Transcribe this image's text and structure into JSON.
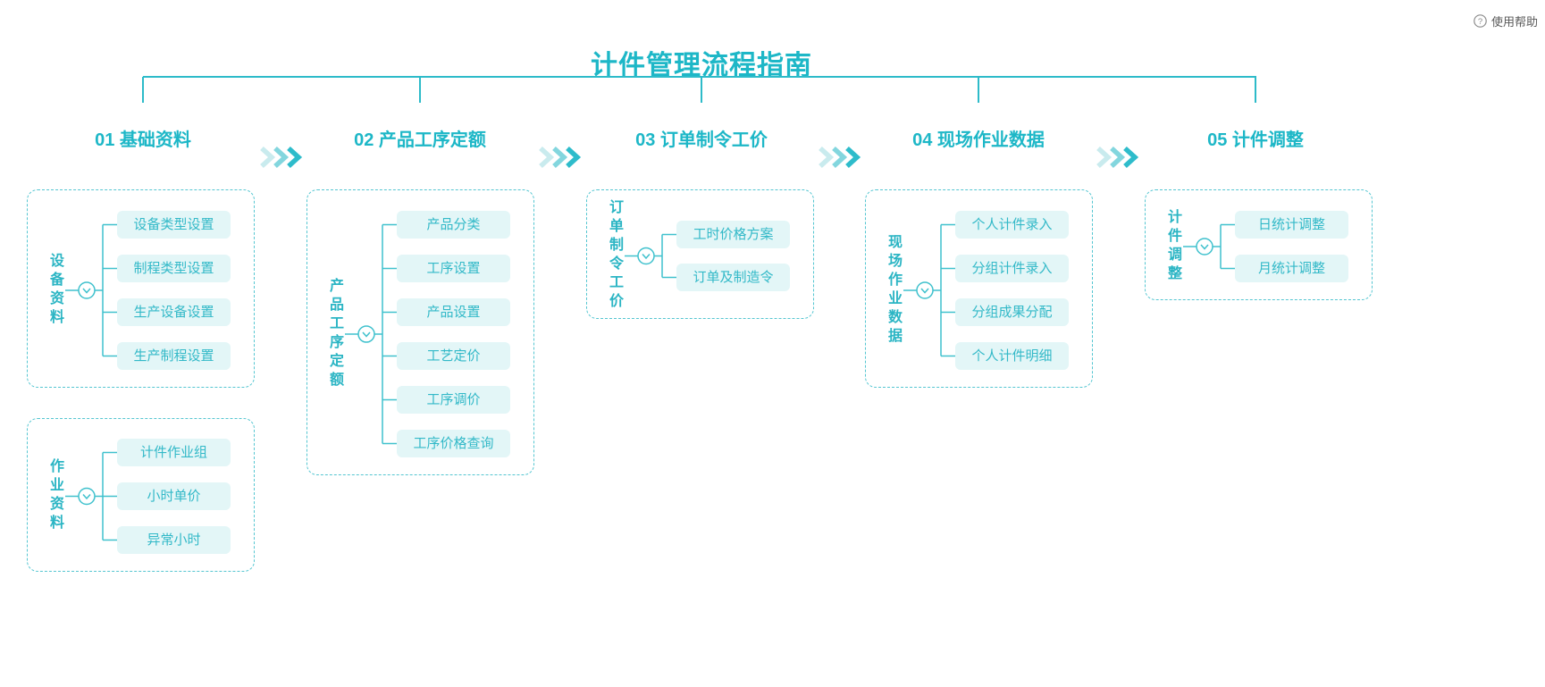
{
  "help": {
    "label": "使用帮助",
    "icon": "question-circle-icon"
  },
  "title": "计件管理流程指南",
  "theme": {
    "accent": "#1db7c7",
    "line": "#3fc1cd",
    "item_bg": "#e3f6f7",
    "item_text": "#33b9c8",
    "help_text": "#595959",
    "chevron_colors": [
      "#c9ebee",
      "#83d6de",
      "#2ebccb"
    ]
  },
  "sections": [
    {
      "header": "01 基础资料",
      "groups": [
        {
          "label": "设备资料",
          "items": [
            "设备类型设置",
            "制程类型设置",
            "生产设备设置",
            "生产制程设置"
          ]
        },
        {
          "label": "作业资料",
          "items": [
            "计件作业组",
            "小时单价",
            "异常小时"
          ]
        }
      ]
    },
    {
      "header": "02 产品工序定额",
      "groups": [
        {
          "label": "产品工序定额",
          "items": [
            "产品分类",
            "工序设置",
            "产品设置",
            "工艺定价",
            "工序调价",
            "工序价格查询"
          ]
        }
      ]
    },
    {
      "header": "03 订单制令工价",
      "groups": [
        {
          "label": "订单制令工价",
          "items": [
            "工时价格方案",
            "订单及制造令"
          ]
        }
      ]
    },
    {
      "header": "04 现场作业数据",
      "groups": [
        {
          "label": "现场作业数据",
          "items": [
            "个人计件录入",
            "分组计件录入",
            "分组成果分配",
            "个人计件明细"
          ]
        }
      ]
    },
    {
      "header": "05 计件调整",
      "groups": [
        {
          "label": "计件调整",
          "items": [
            "日统计调整",
            "月统计调整"
          ]
        }
      ]
    }
  ]
}
